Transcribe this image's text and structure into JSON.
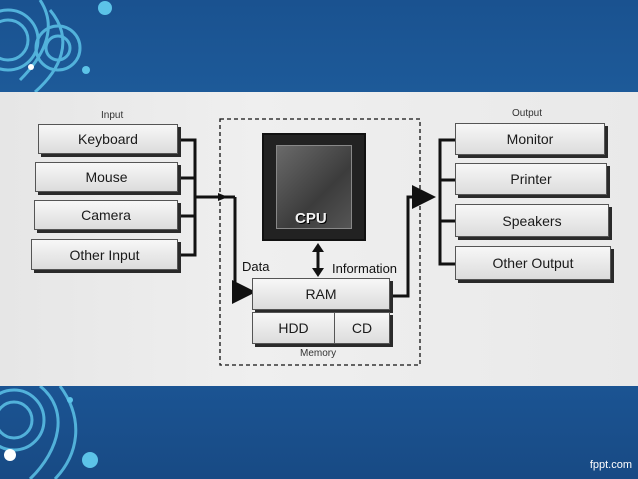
{
  "diagram": {
    "input_title": "Input",
    "output_title": "Output",
    "inputs": [
      "Keyboard",
      "Mouse",
      "Camera",
      "Other Input"
    ],
    "outputs": [
      "Monitor",
      "Printer",
      "Speakers",
      "Other Output"
    ],
    "cpu": {
      "label": "CPU"
    },
    "flows": {
      "data": "Data",
      "information": "Information"
    },
    "memory": {
      "ram": "RAM",
      "hdd": "HDD",
      "cd": "CD",
      "title": "Memory"
    }
  },
  "footer": {
    "watermark": "fppt.com"
  },
  "colors": {
    "slide_blue": "#1b4f8c",
    "accent_cyan": "#3fb6e0",
    "line": "#111111"
  },
  "icons": [
    "chip-icon"
  ]
}
